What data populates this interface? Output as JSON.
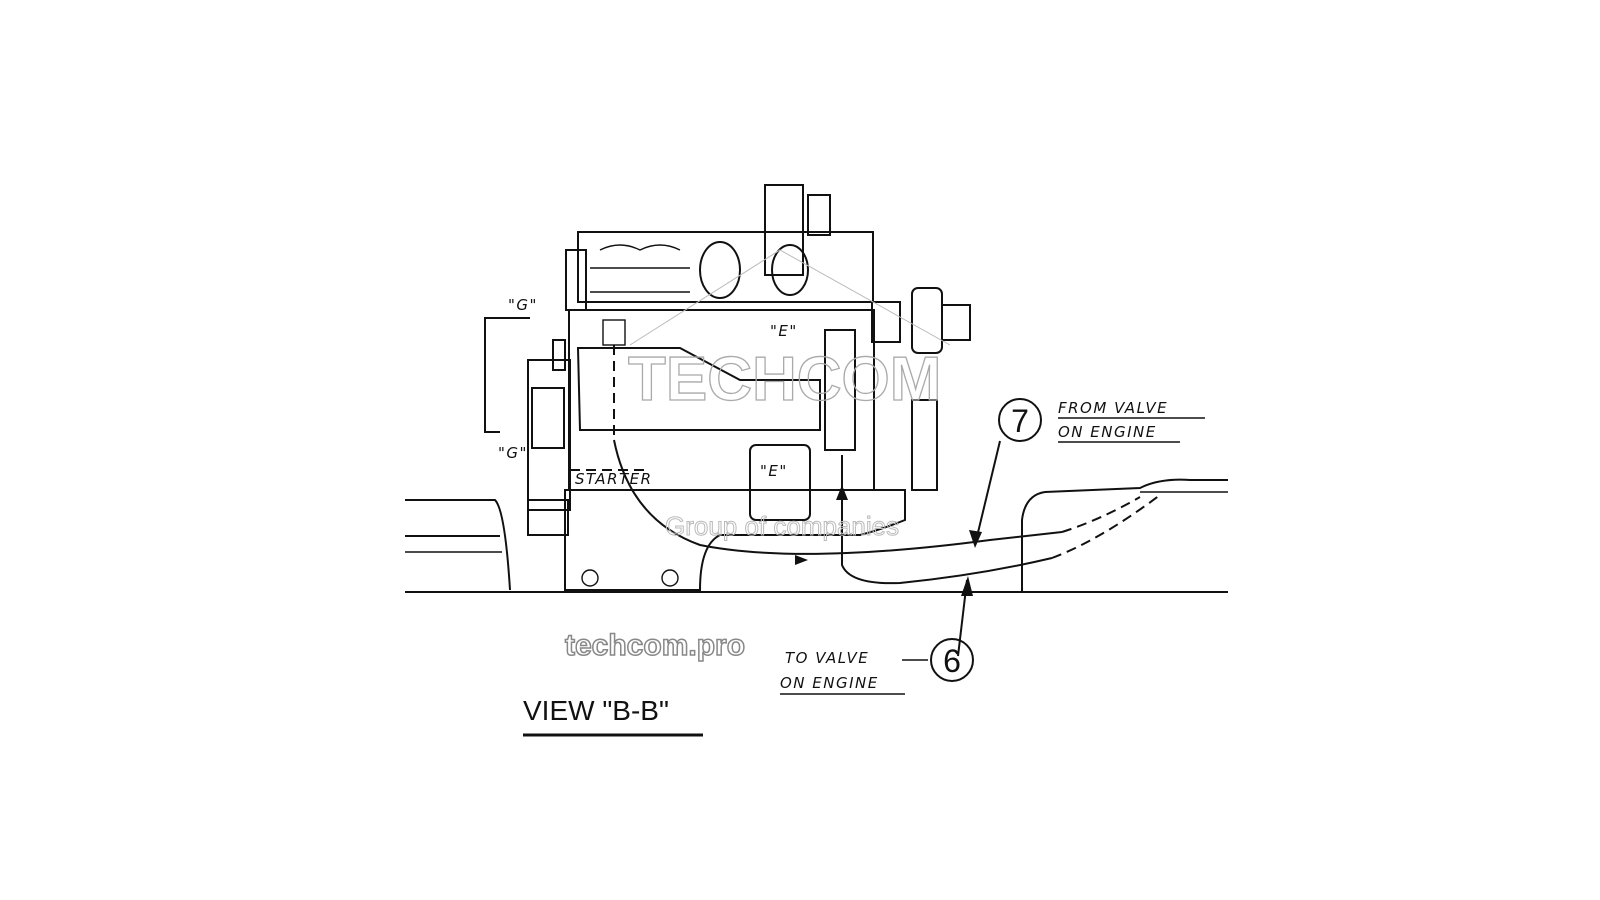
{
  "labels": {
    "view_title": "VIEW \"B-B\"",
    "from_valve_line1": "FROM VALVE",
    "from_valve_line2": "ON ENGINE",
    "to_valve_line1": "TO VALVE",
    "to_valve_line2": "ON ENGINE",
    "callout_7": "7",
    "callout_6": "6",
    "starter": "STARTER",
    "g_top": "\"G\"",
    "g_bottom": "\"G\"",
    "e_top": "\"E\"",
    "e_bottom": "\"E\""
  },
  "watermark": {
    "brand": "TECHCOM",
    "tagline": "Group of companies",
    "site": "techcom.pro"
  }
}
